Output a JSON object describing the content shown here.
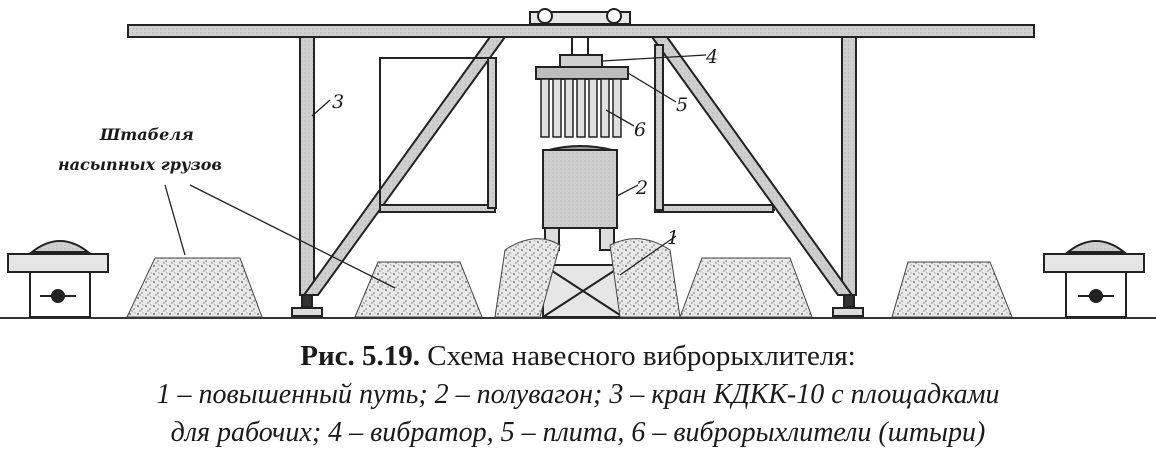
{
  "labels": {
    "l1": "1",
    "l2": "2",
    "l3": "3",
    "l4": "4",
    "l5": "5",
    "l6": "6",
    "stacks_line1": "Штабеля",
    "stacks_line2": "насыпных грузов"
  },
  "caption": {
    "number": "Рис. 5.19.",
    "title": "Схема навесного виброрыхлителя:",
    "legend_line1": "1 – повышенный путь; 2 – полувагон; 3 – кран КДКК-10 с площадками",
    "legend_line2": "для рабочих; 4 – вибратор, 5 – плита, 6 – виброрыхлители (штыри)"
  }
}
